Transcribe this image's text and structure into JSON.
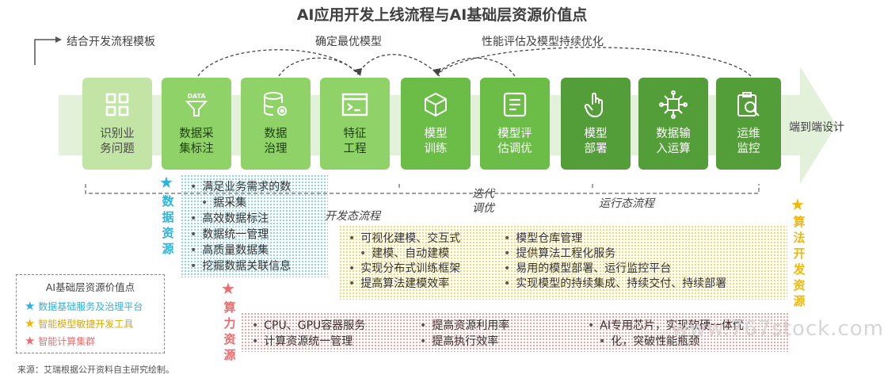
{
  "title": "AI应用开发上线流程与AI基础层资源价值点",
  "top_labels": {
    "template": "结合开发流程模板",
    "best_model": "确定最优模型",
    "perf": "性能评估及模型持续优化",
    "end_to_end": "端到端设计"
  },
  "steps": [
    {
      "label": "识别业\n务问题",
      "icon": "grid-icon"
    },
    {
      "label": "数据采\n集标注",
      "icon": "data-funnel-icon",
      "icon_text": "DATA"
    },
    {
      "label": "数据\n治理",
      "icon": "database-gear-icon"
    },
    {
      "label": "特征\n工程",
      "icon": "terminal-window-icon"
    },
    {
      "label": "模型\n训练",
      "icon": "cube-icon"
    },
    {
      "label": "模型评\n估调优",
      "icon": "checklist-icon"
    },
    {
      "label": "模型\n部署",
      "icon": "hand-pointer-icon"
    },
    {
      "label": "数据输\n入运算",
      "icon": "chip-icon"
    },
    {
      "label": "运维\n监控",
      "icon": "clipboard-search-icon"
    }
  ],
  "phases": {
    "dev": "开发态流程",
    "iterate": "迭代\n调优",
    "run": "运行态流程"
  },
  "data_resources": {
    "label": "数\n据\n资\n源",
    "color": "#2bb3e0",
    "items": [
      "满足业务需求的数",
      "据采集",
      "高效数据标注",
      "数据统一管理",
      "高质量数据集",
      "挖掘数据关联信息"
    ]
  },
  "algo_resources": {
    "label": "算\n法\n开\n发\n资\n源",
    "color": "#f2b705",
    "left_items": [
      "可视化建模、交互式",
      "建模、自动建模",
      "实现分布式训练框架",
      "提高算法建模效率"
    ],
    "right_items": [
      "模型仓库管理",
      "提供算法工程化服务",
      "易用的模型部署、运行监控平台",
      "实现模型的持续集成、持续交付、持续部署"
    ]
  },
  "compute_resources": {
    "label": "算\n力\n资\n源",
    "color": "#ef6b6b",
    "col1": [
      "CPU、GPU容器服务",
      "计算资源统一管理"
    ],
    "col2": [
      "提高资源利用率",
      "提高执行效率"
    ],
    "col3": [
      "AI专用芯片，实现软硬一体优",
      "化，突破性能瓶颈"
    ]
  },
  "legend": {
    "title": "AI基础层资源价值点",
    "items": [
      {
        "label": "数据基础服务及治理平台",
        "color": "#2bb3e0"
      },
      {
        "label": "智能模型敏捷开发工具",
        "color": "#f2b705"
      },
      {
        "label": "智能计算集群",
        "color": "#ef6b6b"
      }
    ]
  },
  "source": "来源：艾瑞根据公开资料自主研究绘制。",
  "watermark": "www.767stock.com"
}
